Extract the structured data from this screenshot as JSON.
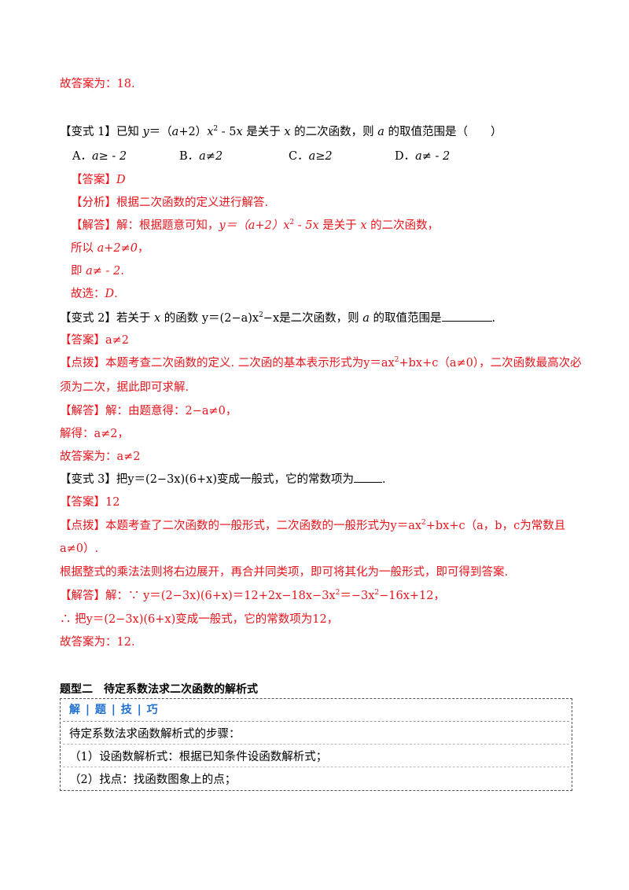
{
  "q0": {
    "answer_line": "故答案为：18."
  },
  "var1": {
    "stem_prefix": "【变式 1】已知 ",
    "stem_expr_a": "y",
    "stem_expr_b": "＝（",
    "stem_expr_c": "a",
    "stem_expr_d": "+2）",
    "stem_expr_e": "x",
    "stem_sup": "2",
    "stem_expr_f": " ‐ 5",
    "stem_expr_g": "x",
    "stem_mid": " 是关于 ",
    "stem_var_x": "x",
    "stem_mid2": " 的二次函数，则 ",
    "stem_var_a": "a",
    "stem_suffix": " 的取值范围是（　　）",
    "options": [
      {
        "letter": "A．",
        "expr": "a≥ ‐ 2"
      },
      {
        "letter": "B．",
        "expr": "a≠2"
      },
      {
        "letter": "C．",
        "expr": "a≥2"
      },
      {
        "letter": "D．",
        "expr": "a≠ ‐ 2"
      }
    ],
    "answer_label": "【答案】",
    "answer_value": "D",
    "analysis_label": "【分析】",
    "analysis_text": "根据二次函数的定义进行解答.",
    "solution_label": "【解答】",
    "solution_text_a": "解：根据题意可知，",
    "solution_text_b": "y＝（a+2）x",
    "solution_sup": "2",
    "solution_text_c": " ‐ 5x",
    "solution_text_d": " 是关于 ",
    "solution_text_e": "x",
    "solution_text_f": " 的二次函数，",
    "step1_a": "所以 ",
    "step1_b": "a+2≠0",
    "step1_c": "，",
    "step2_a": "即 ",
    "step2_b": "a≠ ‐ 2",
    "step2_c": ".",
    "step3_a": "故选：",
    "step3_b": "D",
    "step3_c": "."
  },
  "var2": {
    "stem_a": "【变式 2】若关于 ",
    "stem_x": "x",
    "stem_b": " 的函数 ",
    "stem_expr": "y＝(2−a)x",
    "stem_sup": "2",
    "stem_expr2": "−x",
    "stem_c": "是二次函数，则 ",
    "stem_a_var": "a",
    "stem_d": " 的取值范围是",
    "stem_end": ".",
    "answer_label": "【答案】",
    "answer_value": "a≠2",
    "hint_label": "【点拨】",
    "hint_text_a": "本题考查二次函数的定义. 二次函的基本表示形式为",
    "hint_expr": "y＝ax",
    "hint_sup": "2",
    "hint_expr2": "+bx+c（a≠0）",
    "hint_text_b": "，二次函数最高次必",
    "hint_text_c": "须为二次，据此即可求解.",
    "solution_label": "【解答】",
    "solution_text": "解：由题意得：2−a≠0，",
    "step1": "解得：a≠2，",
    "step2": "故答案为：a≠2"
  },
  "var3": {
    "stem_a": "【变式 3】把",
    "stem_expr": "y＝(2−3x)(6+x)",
    "stem_b": "变成一般式，它的常数项为",
    "stem_end": ".",
    "answer_label": "【答案】",
    "answer_value": "12",
    "hint_label": "【点拨】",
    "hint_text_a": "本题考查了二次函数的一般形式，二次函数的一般形式为",
    "hint_expr": "y＝ax",
    "hint_sup": "2",
    "hint_expr2": "+bx+c",
    "hint_text_b": "（a，b，c为常数且",
    "hint_text_c": "a≠0）.",
    "hint_text_d": "根据整式的乘法法则将右边展开，再合并同类项，即可将其化为一般形式，即可得到答案.",
    "solution_label": "【解答】",
    "solution_a": "解：∵ ",
    "solution_b": "y＝(2−3x)(6+x)＝12+2x−18x−3x",
    "solution_sup1": "2",
    "solution_c": "＝−3x",
    "solution_sup2": "2",
    "solution_d": "−16x+12",
    "solution_e": "，",
    "step1_a": "∴ 把",
    "step1_b": "y＝(2−3x)(6+x)",
    "step1_c": "变成一般式，它的常数项为",
    "step1_d": "12",
    "step1_e": "，",
    "step2": "故答案为：12."
  },
  "section2": {
    "title": "题型二　待定系数法求二次函数的解析式",
    "tips_title": "解 | 题 | 技 | 巧",
    "tips": [
      "待定系数法求函数解析式的步骤：",
      "（1）设函数解析式：根据已知条件设函数解析式；",
      "（2）找点：找函数图象上的点；"
    ]
  }
}
